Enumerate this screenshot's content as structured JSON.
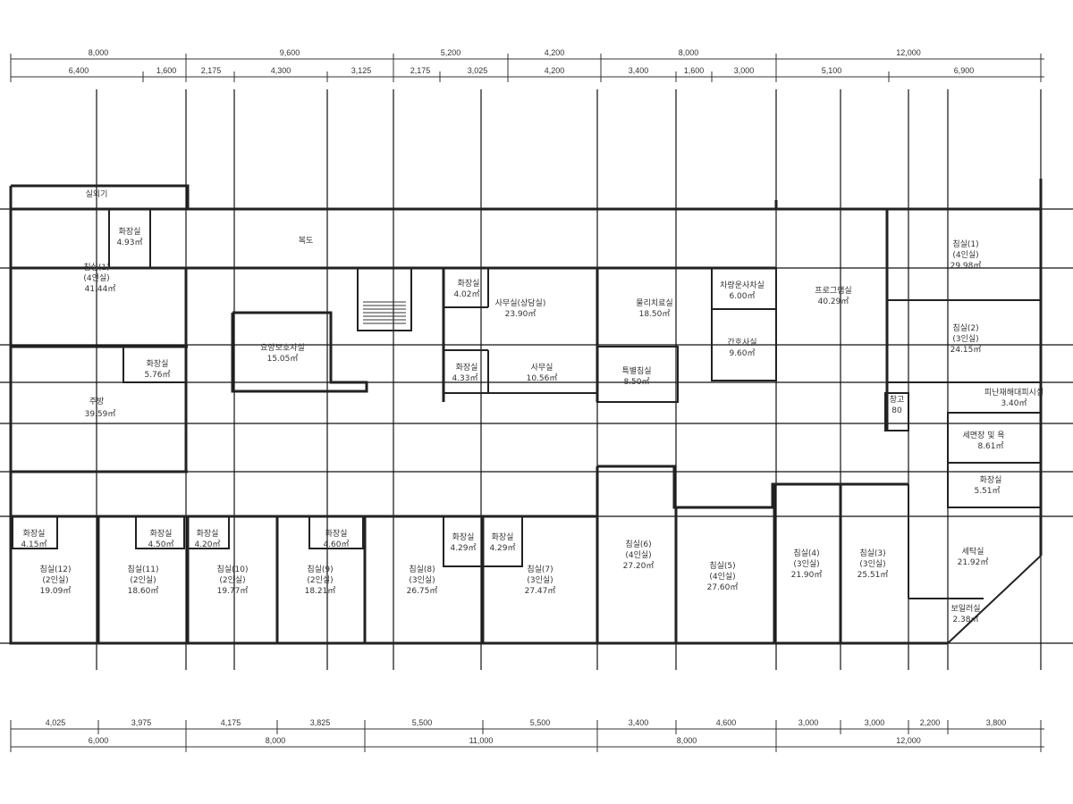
{
  "dimensions": {
    "top_major": [
      "8,000",
      "9,600",
      "5,200",
      "4,200",
      "8,000",
      "12,000"
    ],
    "top_minor": [
      "6,400",
      "1,600",
      "2,175",
      "4,300",
      "3,125",
      "2,175",
      "3,025",
      "4,200",
      "3,400",
      "1,600",
      "3,000",
      "5,100",
      "6,900"
    ],
    "bottom_minor": [
      "4,025",
      "3,975",
      "4,175",
      "3,825",
      "5,500",
      "5,500",
      "3,400",
      "4,600",
      "3,000",
      "3,000",
      "2,200",
      "3,800"
    ],
    "bottom_major": [
      "6,000",
      "8,000",
      "11,000",
      "8,000",
      "12,000"
    ]
  },
  "rooms": {
    "outdoor_unit": "실외기",
    "corridor": "복도",
    "wc_a": {
      "name": "화장실",
      "area": "4.93㎡"
    },
    "bed1_top": {
      "name": "침실(1)",
      "cap": "(4인실)",
      "area": "41.44㎡"
    },
    "wc_b": {
      "name": "화장실",
      "area": "5.76㎡"
    },
    "kitchen": {
      "name": "주방",
      "area": "39.59㎡"
    },
    "care_room": {
      "name": "요양보호사실",
      "area": "15.05㎡"
    },
    "wc_c": {
      "name": "화장실",
      "area": "4.02㎡"
    },
    "office_consult": {
      "name": "사무실(상담실)",
      "area": "23.90㎡"
    },
    "wc_d": {
      "name": "화장실",
      "area": "4.33㎡"
    },
    "office": {
      "name": "사무실",
      "area": "10.56㎡"
    },
    "physio": {
      "name": "물리치료실",
      "area": "18.50㎡"
    },
    "special_bed": {
      "name": "특별침실",
      "area": "8.50㎡"
    },
    "driver_room": {
      "name": "차량운사차실",
      "area": "6.00㎡"
    },
    "nurse_room": {
      "name": "간호사실",
      "area": "9.60㎡"
    },
    "program_room": {
      "name": "프로그램실",
      "area": "40.29㎡"
    },
    "bed1_right": {
      "name": "침실(1)",
      "cap": "(4인실)",
      "area": "29.98㎡"
    },
    "bed2": {
      "name": "침실(2)",
      "cap": "(3인실)",
      "area": "24.15㎡"
    },
    "storage": {
      "name": "창고",
      "area": "80"
    },
    "refuge": {
      "name": "피난재해대피시설",
      "area": "3.40㎡"
    },
    "wash_room": {
      "name": "세면장 및 욕",
      "area": "8.61㎡"
    },
    "wc_e": {
      "name": "화장실",
      "area": "5.51㎡"
    },
    "laundry": {
      "name": "세탁실",
      "area": "21.92㎡"
    },
    "boiler": {
      "name": "보일러실",
      "area": "2.38㎡"
    },
    "bottom_wcs": [
      {
        "name": "화장실",
        "area": "4.15㎡"
      },
      {
        "name": "화장실",
        "area": "4.50㎡"
      },
      {
        "name": "화장실",
        "area": "4.20㎡"
      },
      {
        "name": "화장실",
        "area": "4.60㎡"
      },
      {
        "name": "화장실",
        "area": "4.29㎡"
      },
      {
        "name": "화장실",
        "area": "4.29㎡"
      }
    ],
    "bottom_beds": [
      {
        "name": "침실(12)",
        "cap": "(2인실)",
        "area": "19.09㎡"
      },
      {
        "name": "침실(11)",
        "cap": "(2인실)",
        "area": "18.60㎡"
      },
      {
        "name": "침실(10)",
        "cap": "(2인실)",
        "area": "19.77㎡"
      },
      {
        "name": "침실(9)",
        "cap": "(2인실)",
        "area": "18.21㎡"
      },
      {
        "name": "침실(8)",
        "cap": "(3인실)",
        "area": "26.75㎡"
      },
      {
        "name": "침실(7)",
        "cap": "(3인실)",
        "area": "27.47㎡"
      },
      {
        "name": "침실(6)",
        "cap": "(4인실)",
        "area": "27.20㎡"
      },
      {
        "name": "침실(5)",
        "cap": "(4인실)",
        "area": "27.60㎡"
      },
      {
        "name": "침실(4)",
        "cap": "(3인실)",
        "area": "21.90㎡"
      },
      {
        "name": "침실(3)",
        "cap": "(3인실)",
        "area": "25.51㎡"
      }
    ]
  }
}
